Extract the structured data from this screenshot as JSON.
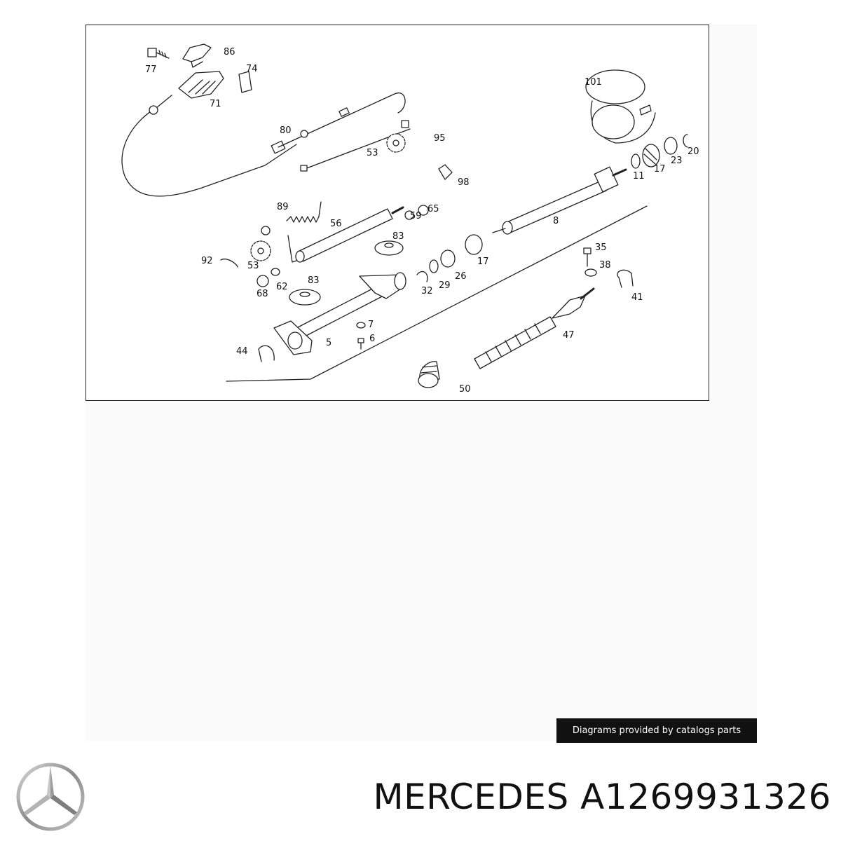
{
  "diagram": {
    "callouts": [
      "77",
      "86",
      "74",
      "71",
      "80",
      "95",
      "53",
      "98",
      "101",
      "11",
      "17",
      "23",
      "20",
      "89",
      "56",
      "59",
      "65",
      "8",
      "92",
      "53",
      "83",
      "17",
      "35",
      "62",
      "68",
      "83",
      "32",
      "29",
      "26",
      "38",
      "41",
      "7",
      "6",
      "5",
      "44",
      "47",
      "50"
    ]
  },
  "credit": {
    "text": "Diagrams provided by catalogs parts"
  },
  "product": {
    "brand": "MERCEDES",
    "part_number": "A1269931326"
  },
  "logo": {
    "icon": "mercedes-star-icon"
  }
}
